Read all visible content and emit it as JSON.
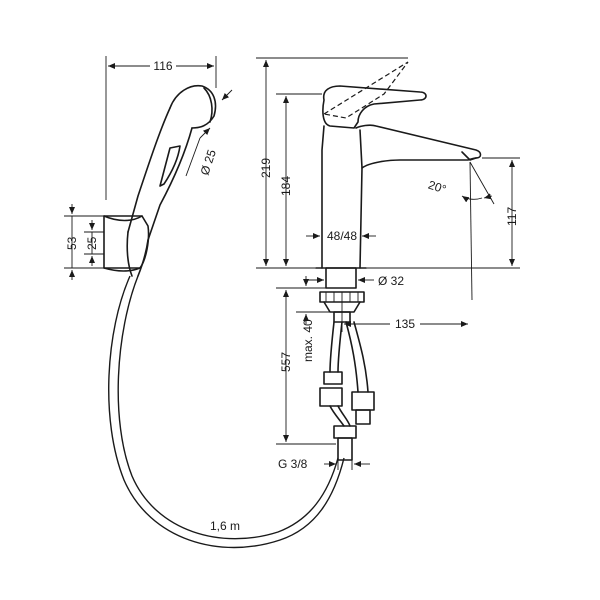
{
  "dimensions": {
    "handshower_width": "116",
    "handshower_diameter": "Ø 25",
    "holder_height_total": "53",
    "holder_height": "25",
    "height_total": "219",
    "spout_height": "184",
    "spout_outlet_height": "117",
    "spout_angle": "20°",
    "body_diameter": "48/48",
    "hole_diameter": "Ø 32",
    "spout_reach": "135",
    "max_deck_thickness": "max. 40",
    "supply_length": "557",
    "thread": "G 3/8",
    "hose_length": "1,6 m"
  }
}
